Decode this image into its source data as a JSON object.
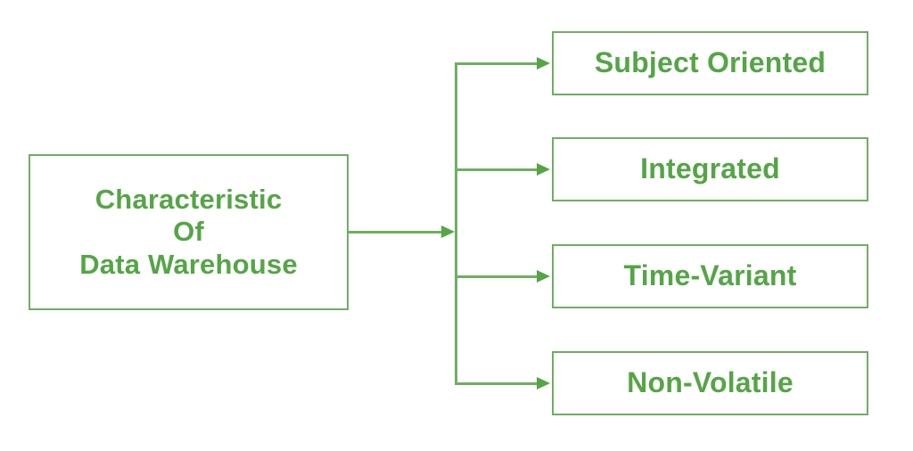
{
  "diagram": {
    "title": "Characteristic Of Data Warehouse",
    "type": "tree-diagram",
    "colors": {
      "border": "#6fae62",
      "text": "#55a546",
      "connector": "#6fae62",
      "arrow": "#55a546",
      "background": "#ffffff"
    },
    "root": {
      "label": "Characteristic\nOf\nData Warehouse",
      "lines": [
        "Characteristic",
        "Of",
        "Data Warehouse"
      ]
    },
    "leaves": [
      {
        "label": "Subject Oriented"
      },
      {
        "label": "Integrated"
      },
      {
        "label": "Time-Variant"
      },
      {
        "label": "Non-Volatile"
      }
    ]
  }
}
